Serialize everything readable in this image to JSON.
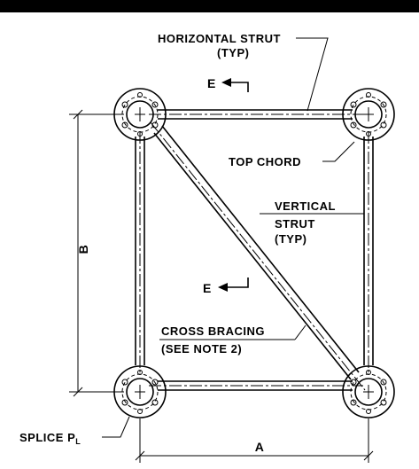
{
  "drawing": {
    "colors": {
      "ink": "#000000",
      "paper": "#ffffff"
    },
    "labels": {
      "horizontal_strut": "HORIZONTAL STRUT",
      "horizontal_strut_typ": "(TYP)",
      "top_chord": "TOP CHORD",
      "vertical_strut": "VERTICAL",
      "vertical_strut_2": "STRUT",
      "vertical_strut_typ": "(TYP)",
      "cross_bracing": "CROSS BRACING",
      "see_note": "(SEE NOTE 2)",
      "splice_plate": "SPLICE P",
      "splice_plate_sub": "L",
      "section_top": "E",
      "section_mid": "E",
      "dim_b": "B",
      "dim_a": "A"
    }
  }
}
